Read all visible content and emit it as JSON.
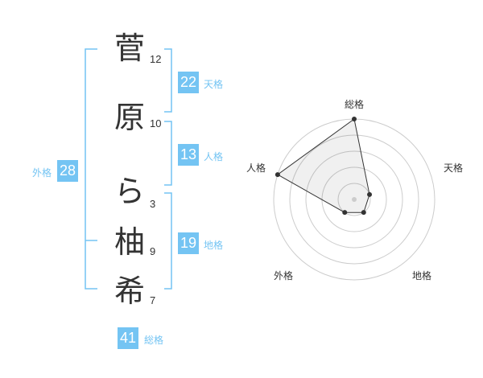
{
  "name": {
    "chars": [
      {
        "char": "菅",
        "strokes": "12"
      },
      {
        "char": "原",
        "strokes": "10"
      },
      {
        "char": "ら",
        "strokes": "3"
      },
      {
        "char": "柚",
        "strokes": "9"
      },
      {
        "char": "希",
        "strokes": "7"
      }
    ]
  },
  "kakusu": {
    "tenkaku": {
      "value": "22",
      "label": "天格"
    },
    "jinkaku": {
      "value": "13",
      "label": "人格"
    },
    "chikaku": {
      "value": "19",
      "label": "地格"
    },
    "gaikaku": {
      "value": "28",
      "label": "外格"
    },
    "soukaku": {
      "value": "41",
      "label": "総格"
    }
  },
  "radar": {
    "labels": {
      "soukaku": "総格",
      "tenkaku": "天格",
      "chikaku": "地格",
      "gaikaku": "外格",
      "jinkaku": "人格"
    },
    "levels": 5,
    "values": {
      "soukaku": 5,
      "tenkaku": 1,
      "chikaku": 1,
      "gaikaku": 1,
      "jinkaku": 5
    }
  },
  "colors": {
    "accent": "#74c4f3",
    "text": "#333333",
    "radar_grid": "#cccccc"
  }
}
